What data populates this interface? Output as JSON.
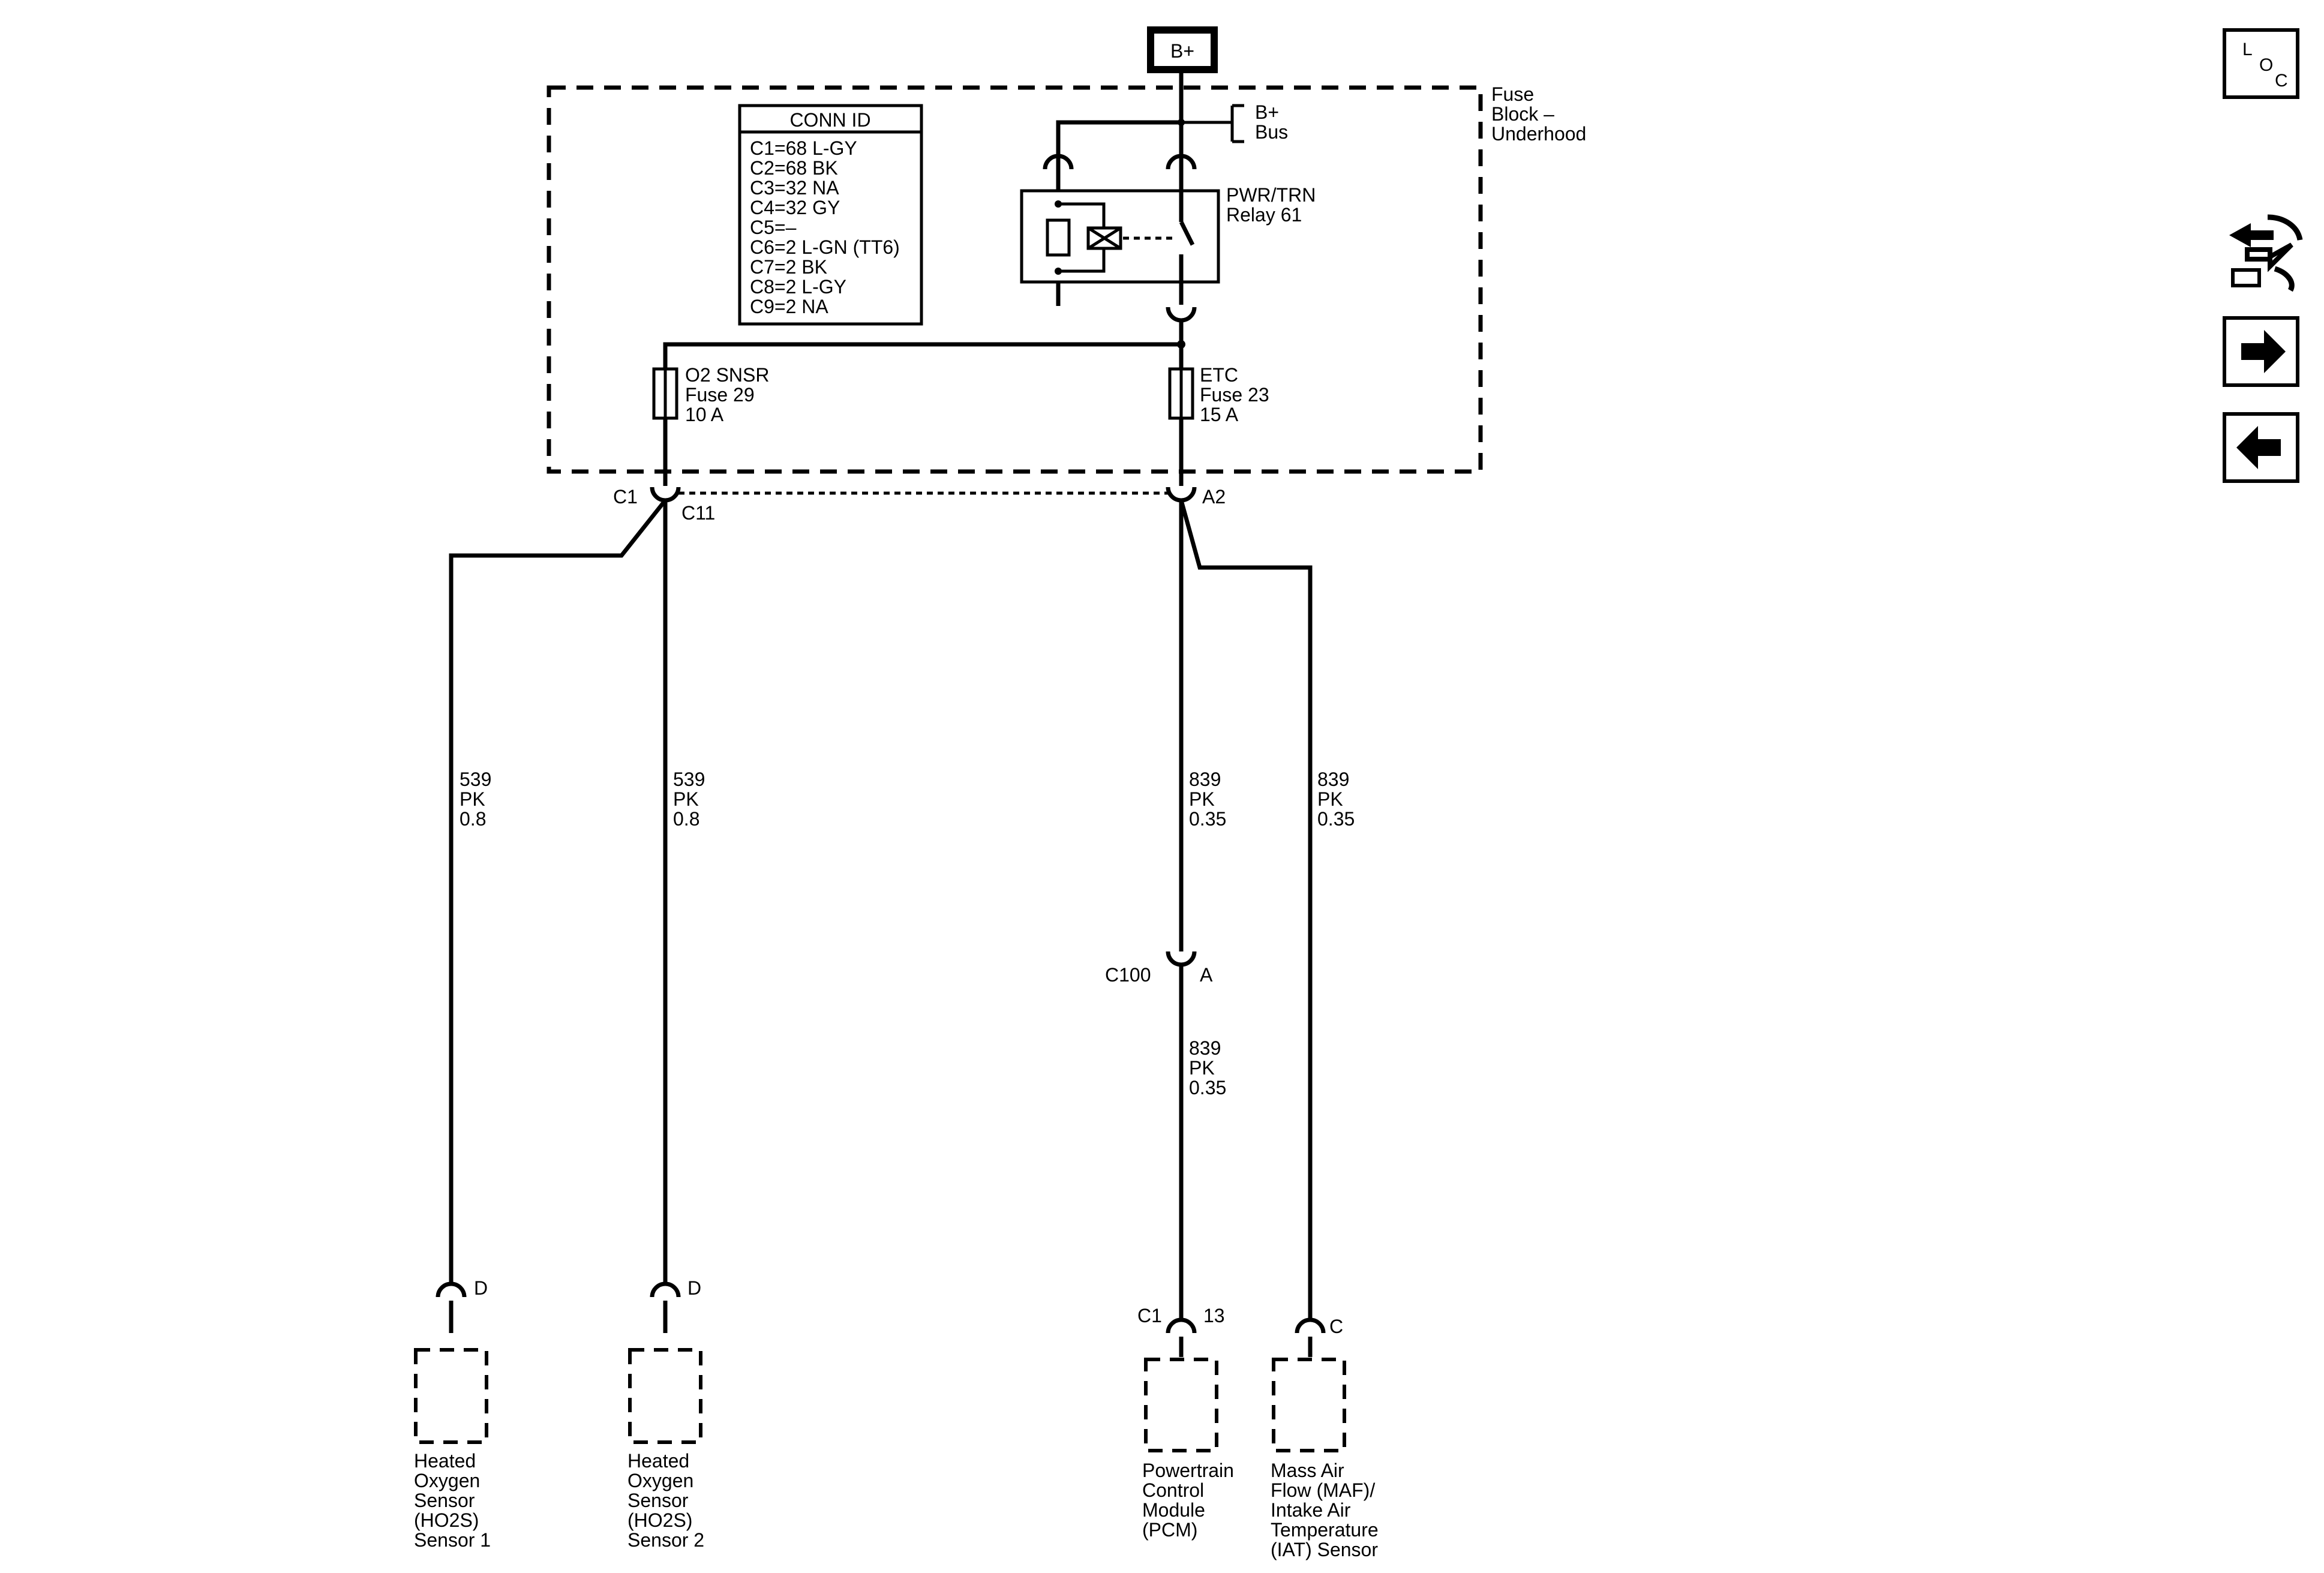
{
  "power_source": {
    "label": "B+"
  },
  "fuse_block": {
    "label_lines": [
      "Fuse",
      "Block –",
      "Underhood"
    ]
  },
  "bus": {
    "label_lines": [
      "B+",
      "Bus"
    ]
  },
  "relay": {
    "label_lines": [
      "PWR/TRN",
      "Relay 61"
    ]
  },
  "conn_id": {
    "title": "CONN ID",
    "entries": [
      "C1=68 L-GY",
      "C2=68 BK",
      "C3=32 NA",
      "C4=32 GY",
      "C5=–",
      "C6=2 L-GN (TT6)",
      "C7=2 BK",
      "C8=2 L-GY",
      "C9=2 NA"
    ]
  },
  "fuses": [
    {
      "label_lines": [
        "O2 SNSR",
        "Fuse 29",
        "10 A"
      ]
    },
    {
      "label_lines": [
        "ETC",
        "Fuse 23",
        "15 A"
      ]
    }
  ],
  "connectors": {
    "c1": "C1",
    "c11": "C11",
    "a2": "A2",
    "c100": "C100",
    "c100_pin": "A",
    "hos1_pin": "D",
    "hos2_pin": "D",
    "pcm_conn": "C1",
    "pcm_pin": "13",
    "maf_pin": "C"
  },
  "wires": [
    {
      "lines": [
        "539",
        "PK",
        "0.8"
      ]
    },
    {
      "lines": [
        "539",
        "PK",
        "0.8"
      ]
    },
    {
      "lines": [
        "839",
        "PK",
        "0.35"
      ]
    },
    {
      "lines": [
        "839",
        "PK",
        "0.35"
      ]
    },
    {
      "lines": [
        "839",
        "PK",
        "0.35"
      ]
    }
  ],
  "components": [
    {
      "label_lines": [
        "Heated",
        "Oxygen",
        "Sensor",
        "(HO2S)",
        "Sensor 1"
      ]
    },
    {
      "label_lines": [
        "Heated",
        "Oxygen",
        "Sensor",
        "(HO2S)",
        "Sensor 2"
      ]
    },
    {
      "label_lines": [
        "Powertrain",
        "Control",
        "Module",
        "(PCM)"
      ]
    },
    {
      "label_lines": [
        "Mass Air",
        "Flow (MAF)/",
        "Intake Air",
        "Temperature",
        "(IAT) Sensor"
      ]
    }
  ],
  "nav": {
    "loc_button": {
      "letters": [
        "L",
        "O",
        "C"
      ]
    },
    "icons": [
      "connector-view-icon",
      "forward-arrow-icon",
      "back-arrow-icon"
    ]
  }
}
